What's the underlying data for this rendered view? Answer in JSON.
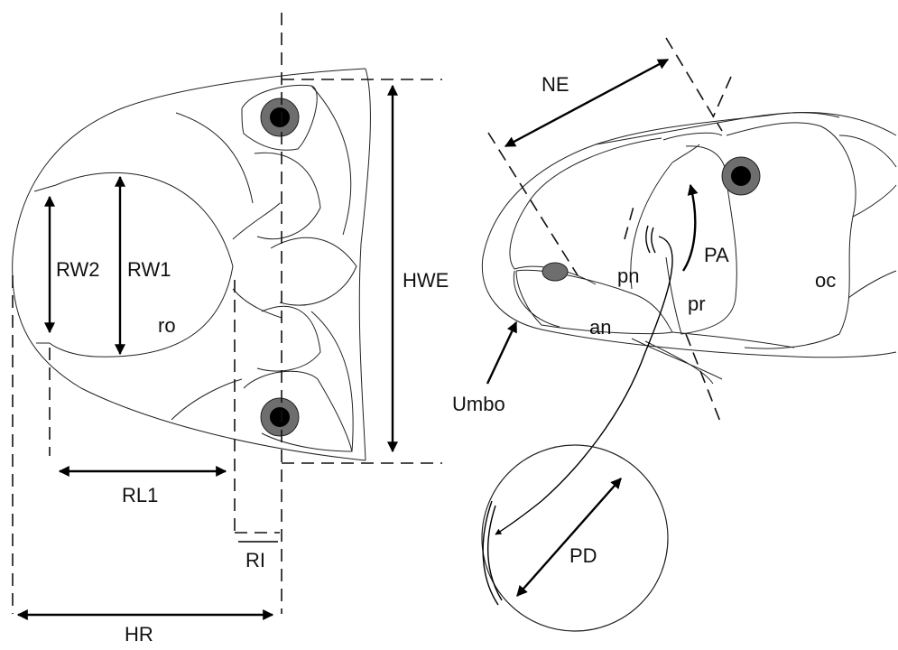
{
  "labels": {
    "rw2": "RW2",
    "rw1": "RW1",
    "ro": "ro",
    "hwe": "HWE",
    "rl1": "RL1",
    "ri": "RI",
    "hr": "HR",
    "ne": "NE",
    "pa": "PA",
    "pn": "pn",
    "pr": "pr",
    "oc": "oc",
    "an": "an",
    "umbo": "Umbo",
    "pd": "PD"
  },
  "colors": {
    "eye_outer": "#6e6e6e",
    "eye_inner": "#000000",
    "nostril": "#6e6e6e",
    "line": "#000000",
    "background": "#ffffff"
  }
}
